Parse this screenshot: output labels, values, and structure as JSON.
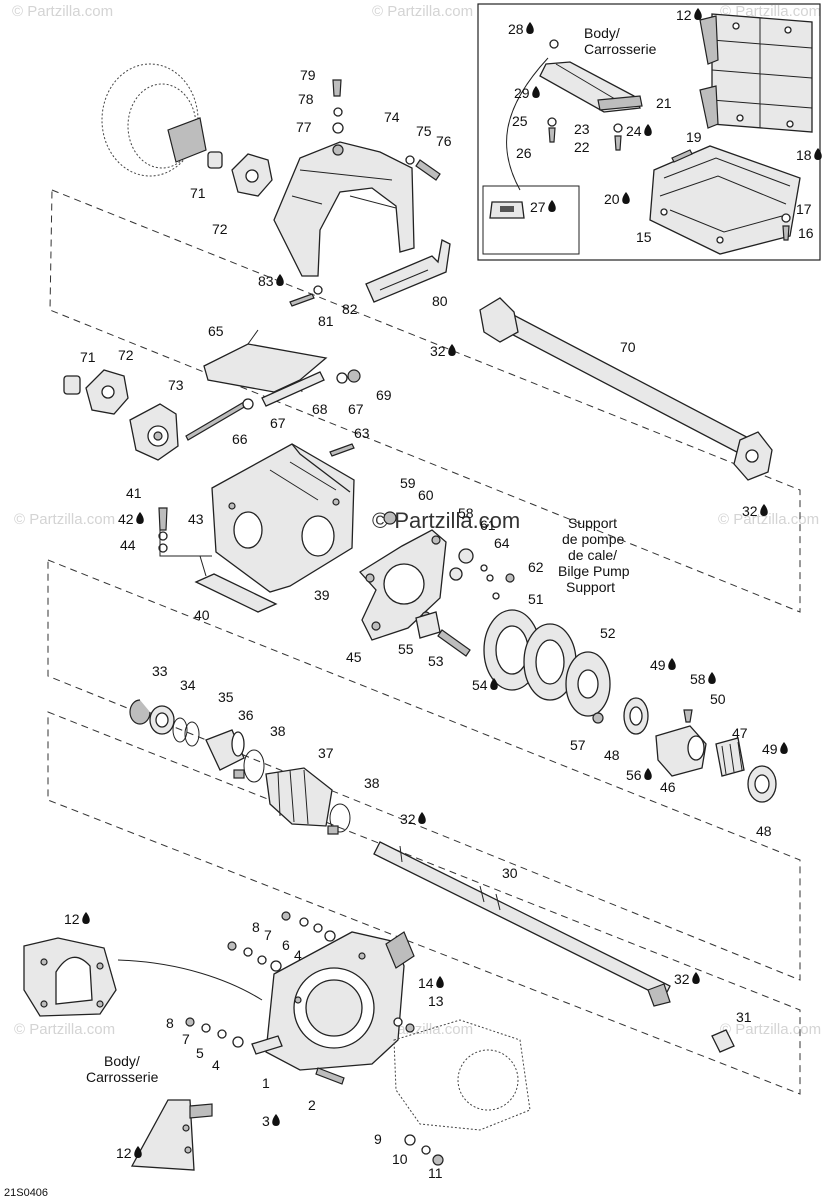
{
  "watermarks": {
    "brand": "© Partzilla.com",
    "center": "© Partzilla.com"
  },
  "diagram_code": "21S0406",
  "text_notes": {
    "body_top_1": "Body/",
    "body_top_2": "Carrosserie",
    "body_bottom_1": "Body/",
    "body_bottom_2": "Carrosserie",
    "support_1": "Support",
    "support_2": "de pompe",
    "support_3": "de cale/",
    "support_4": "Bilge Pump",
    "support_5": "Support"
  },
  "callouts": [
    {
      "n": "79"
    },
    {
      "n": "78"
    },
    {
      "n": "77"
    },
    {
      "n": "74"
    },
    {
      "n": "75"
    },
    {
      "n": "76"
    },
    {
      "n": "71"
    },
    {
      "n": "72"
    },
    {
      "n": "83",
      "drop": true
    },
    {
      "n": "82"
    },
    {
      "n": "81"
    },
    {
      "n": "80"
    },
    {
      "n": "28",
      "drop": true
    },
    {
      "n": "29",
      "drop": true
    },
    {
      "n": "25"
    },
    {
      "n": "26"
    },
    {
      "n": "21"
    },
    {
      "n": "23"
    },
    {
      "n": "24",
      "drop": true
    },
    {
      "n": "22"
    },
    {
      "n": "12",
      "drop": true
    },
    {
      "n": "19"
    },
    {
      "n": "18",
      "drop": true
    },
    {
      "n": "20",
      "drop": true
    },
    {
      "n": "17"
    },
    {
      "n": "15"
    },
    {
      "n": "16"
    },
    {
      "n": "27",
      "drop": true
    },
    {
      "n": "65"
    },
    {
      "n": "32",
      "drop": true
    },
    {
      "n": "70"
    },
    {
      "n": "71"
    },
    {
      "n": "72"
    },
    {
      "n": "73"
    },
    {
      "n": "69"
    },
    {
      "n": "67"
    },
    {
      "n": "67"
    },
    {
      "n": "68"
    },
    {
      "n": "66"
    },
    {
      "n": "63"
    },
    {
      "n": "59"
    },
    {
      "n": "60"
    },
    {
      "n": "41"
    },
    {
      "n": "42",
      "drop": true
    },
    {
      "n": "43"
    },
    {
      "n": "44"
    },
    {
      "n": "58"
    },
    {
      "n": "61"
    },
    {
      "n": "64"
    },
    {
      "n": "62"
    },
    {
      "n": "32",
      "drop": true
    },
    {
      "n": "40"
    },
    {
      "n": "39"
    },
    {
      "n": "45"
    },
    {
      "n": "55"
    },
    {
      "n": "53"
    },
    {
      "n": "54",
      "drop": true
    },
    {
      "n": "51"
    },
    {
      "n": "52"
    },
    {
      "n": "49",
      "drop": true
    },
    {
      "n": "58",
      "drop": true
    },
    {
      "n": "50"
    },
    {
      "n": "33"
    },
    {
      "n": "34"
    },
    {
      "n": "35"
    },
    {
      "n": "36"
    },
    {
      "n": "38"
    },
    {
      "n": "37"
    },
    {
      "n": "38"
    },
    {
      "n": "57"
    },
    {
      "n": "48"
    },
    {
      "n": "56",
      "drop": true
    },
    {
      "n": "46"
    },
    {
      "n": "47"
    },
    {
      "n": "49",
      "drop": true
    },
    {
      "n": "48"
    },
    {
      "n": "32",
      "drop": true
    },
    {
      "n": "30"
    },
    {
      "n": "12",
      "drop": true
    },
    {
      "n": "8"
    },
    {
      "n": "7"
    },
    {
      "n": "6"
    },
    {
      "n": "4"
    },
    {
      "n": "14",
      "drop": true
    },
    {
      "n": "13"
    },
    {
      "n": "8"
    },
    {
      "n": "7"
    },
    {
      "n": "5"
    },
    {
      "n": "4"
    },
    {
      "n": "32",
      "drop": true
    },
    {
      "n": "31"
    },
    {
      "n": "1"
    },
    {
      "n": "3",
      "drop": true
    },
    {
      "n": "2"
    },
    {
      "n": "12",
      "drop": true
    },
    {
      "n": "9"
    },
    {
      "n": "10"
    },
    {
      "n": "11"
    }
  ]
}
